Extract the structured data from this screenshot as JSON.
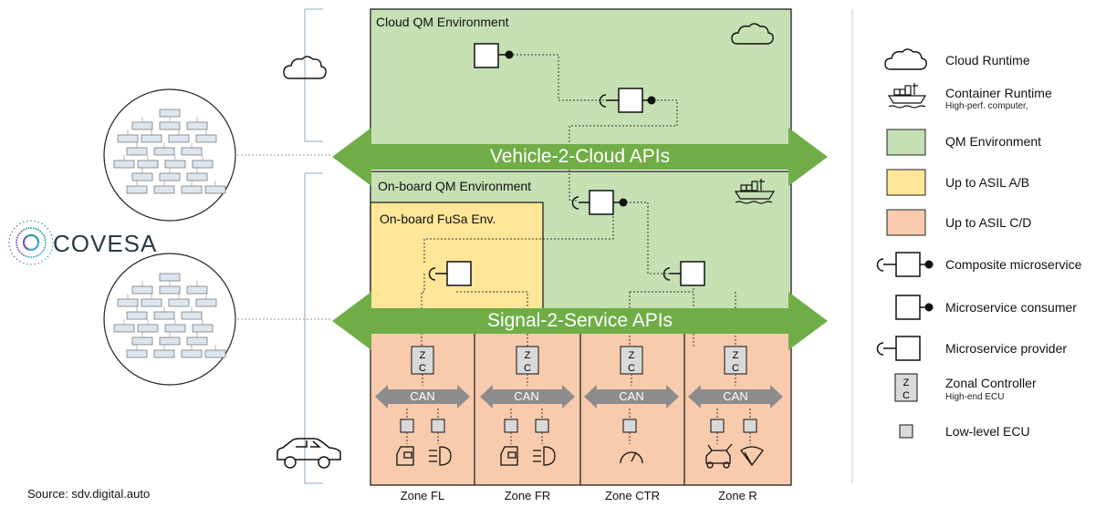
{
  "source_text": "Source: sdv.digital.auto",
  "logo": {
    "text": "COVESA",
    "icon": "covesa-starburst-icon"
  },
  "environments": {
    "cloud": "Cloud QM Environment",
    "onboard": "On-board QM Environment",
    "fusa": "On-board FuSa Env."
  },
  "apis": {
    "v2c": "Vehicle-2-Cloud APIs",
    "s2s": "Signal-2-Service APIs"
  },
  "zones": [
    {
      "label": "Zone FL",
      "bus": "CAN",
      "controller": "Z C"
    },
    {
      "label": "Zone FR",
      "bus": "CAN",
      "controller": "Z C"
    },
    {
      "label": "Zone CTR",
      "bus": "CAN",
      "controller": "Z C"
    },
    {
      "label": "Zone R",
      "bus": "CAN",
      "controller": "Z C"
    }
  ],
  "legend": [
    {
      "icon": "cloud-icon",
      "label": "Cloud Runtime",
      "sub": ""
    },
    {
      "icon": "container-ship-icon",
      "label": "Container Runtime",
      "sub": "High-perf. computer,"
    },
    {
      "icon": "green-swatch",
      "label": "QM Environment",
      "sub": "",
      "color": "#c6e0b4"
    },
    {
      "icon": "yellow-swatch",
      "label": "Up to ASIL A/B",
      "sub": "",
      "color": "#ffe699"
    },
    {
      "icon": "orange-swatch",
      "label": "Up to ASIL C/D",
      "sub": "",
      "color": "#f8cbad"
    },
    {
      "icon": "composite-microservice-icon",
      "label": "Composite microservice",
      "sub": ""
    },
    {
      "icon": "microservice-consumer-icon",
      "label": "Microservice consumer",
      "sub": ""
    },
    {
      "icon": "microservice-provider-icon",
      "label": "Microservice provider",
      "sub": ""
    },
    {
      "icon": "zonal-controller-icon",
      "label": "Zonal Controller",
      "sub": "High-end ECU"
    },
    {
      "icon": "low-level-ecu-icon",
      "label": "Low-level ECU",
      "sub": ""
    }
  ],
  "colors": {
    "qm": "#c6e0b4",
    "asil_ab": "#ffe699",
    "asil_cd": "#f8cbad",
    "arrow": "#70ad47",
    "can_arrow": "#8c8c8c",
    "ecu": "#d9d9d9"
  }
}
